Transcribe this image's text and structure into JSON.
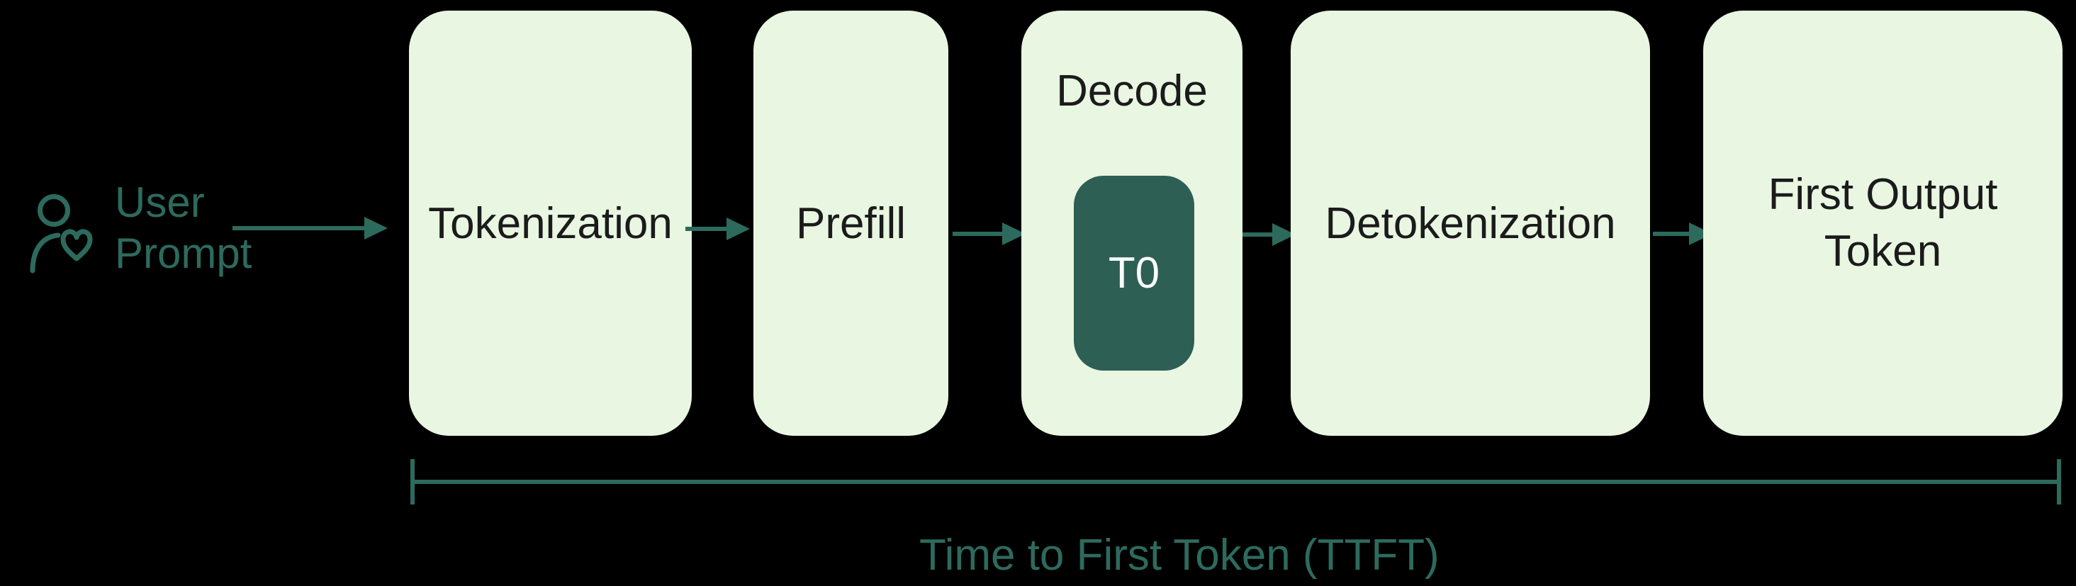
{
  "background": "#000000",
  "colors": {
    "box_fill": "#e9f6e2",
    "token_fill": "#2d5f55",
    "accent": "#2d6a5e",
    "label": "#1b1b1b",
    "token_text": "#fafcf8"
  },
  "source": {
    "icon": "user-heart-icon",
    "line1": "User",
    "line2": "Prompt"
  },
  "stages": [
    {
      "label": "Tokenization"
    },
    {
      "label": "Prefill"
    },
    {
      "label": "Decode",
      "token": "T0"
    },
    {
      "label": "Detokenization"
    },
    {
      "label": "First Output Token"
    }
  ],
  "bracket": {
    "label": "Time to First Token (TTFT)"
  }
}
